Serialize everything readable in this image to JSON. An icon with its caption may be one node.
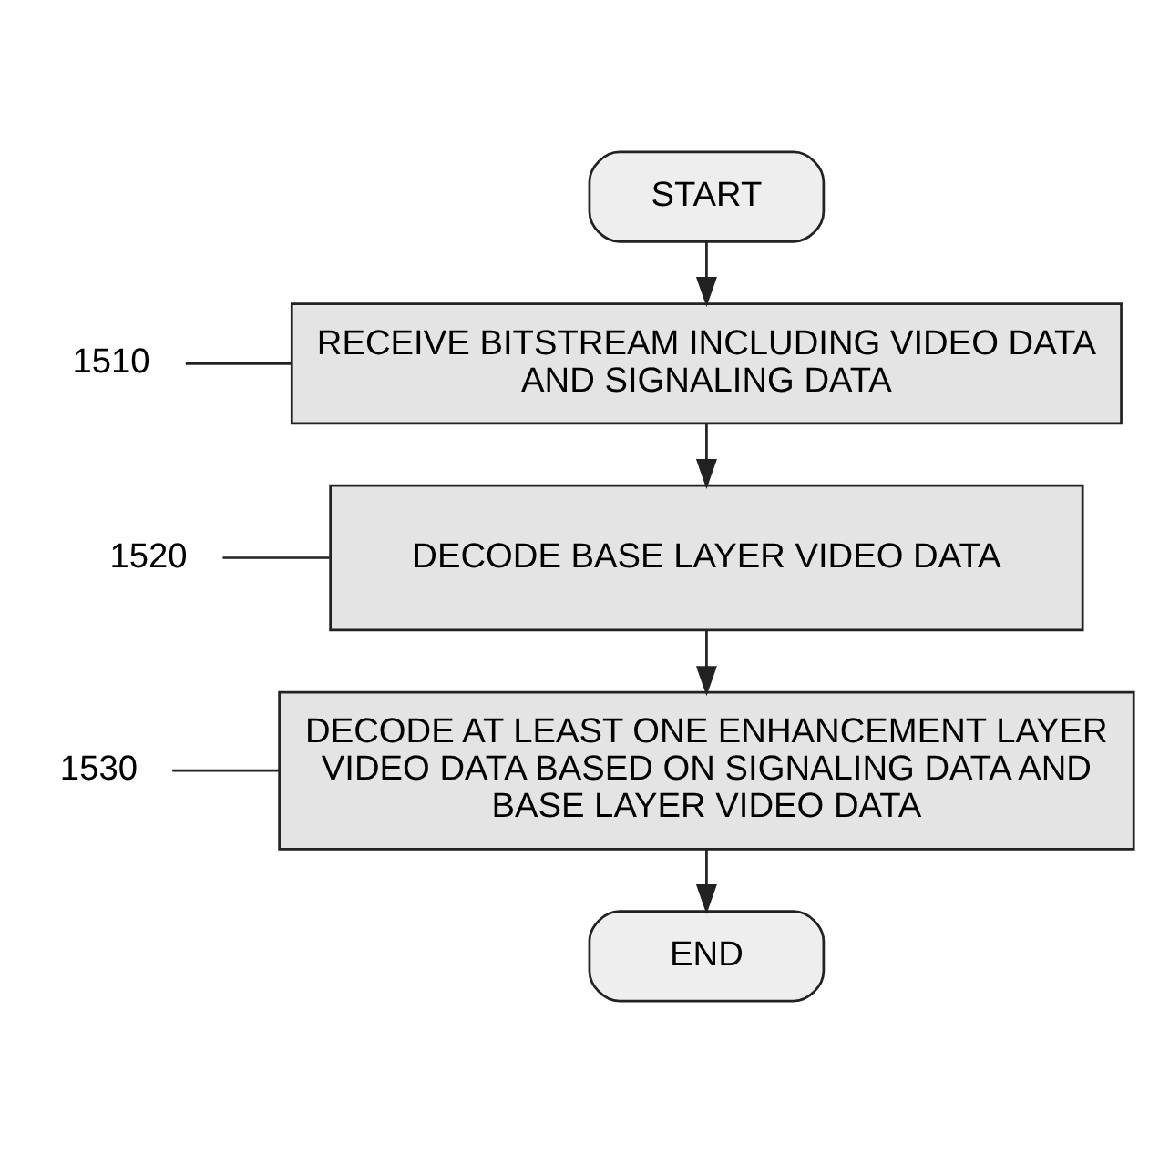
{
  "diagram": {
    "nodes": [
      {
        "text": [
          "START"
        ]
      },
      {
        "text": [
          "RECEIVE BITSTREAM INCLUDING VIDEO DATA AND SIGNALING DATA"
        ]
      },
      {
        "text": [
          "DECODE BASE LAYER VIDEO DATA"
        ]
      },
      {
        "text": [
          "DECODE AT LEAST ONE ENHANCEMENT LAYER VIDEO DATA BASED ON SIGNALING DATA AND BASE LAYER VIDEO DATA"
        ]
      },
      {
        "text": [
          "END"
        ]
      },
      {
        "text": [
          "1510"
        ]
      },
      {
        "text": [
          "1520"
        ]
      },
      {
        "text": [
          "1530"
        ]
      }
    ],
    "edges": [
      {
        "from": 0,
        "to": 1,
        "arrow": "to"
      },
      {
        "from": 1,
        "to": 2,
        "arrow": "to"
      },
      {
        "from": 2,
        "to": 3,
        "arrow": "to"
      },
      {
        "from": 3,
        "to": 4,
        "arrow": "to"
      },
      {
        "from": 5,
        "to": 1,
        "arrow": "none"
      },
      {
        "from": 6,
        "to": 2,
        "arrow": "none"
      },
      {
        "from": 7,
        "to": 3,
        "arrow": "none"
      }
    ]
  }
}
